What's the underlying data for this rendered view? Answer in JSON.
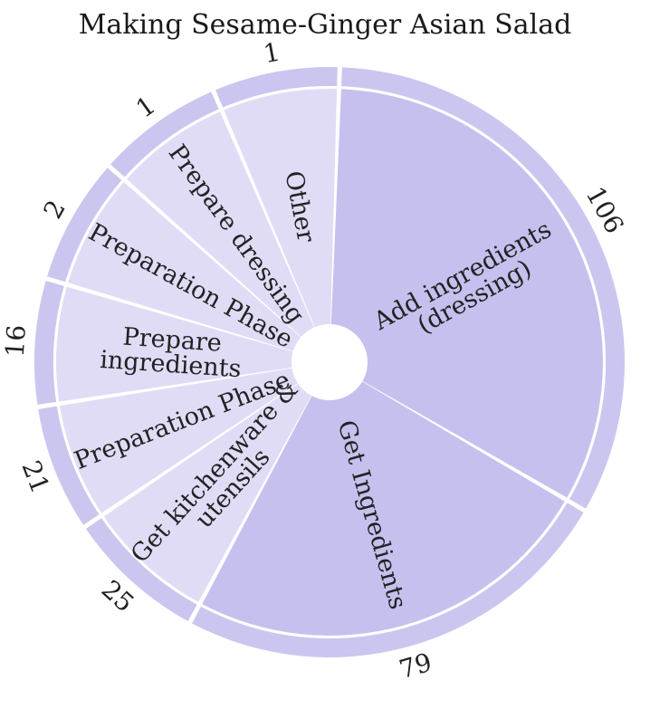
{
  "chart_data": {
    "type": "pie",
    "title": "Making Sesame-Ginger Asian Salad",
    "center_label": "",
    "categories": [
      "Add ingredients\n(dressing)",
      "Get Ingredients",
      "Get kitchenware &\nutensils",
      "Preparation Phase",
      "Prepare\ningredients",
      "Preparation Phase",
      "Prepare dressing",
      "Other"
    ],
    "values": [
      106,
      79,
      25,
      21,
      16,
      2,
      1,
      1
    ],
    "value_labels": [
      "106",
      "79",
      "25",
      "21",
      "16",
      "2",
      "1",
      "1"
    ],
    "colors": {
      "slice_light": "#e0dcf6",
      "slice_dark": "#c6c0ee",
      "ring": "#cbc6ef",
      "separator": "#ffffff"
    },
    "legend": "none"
  }
}
